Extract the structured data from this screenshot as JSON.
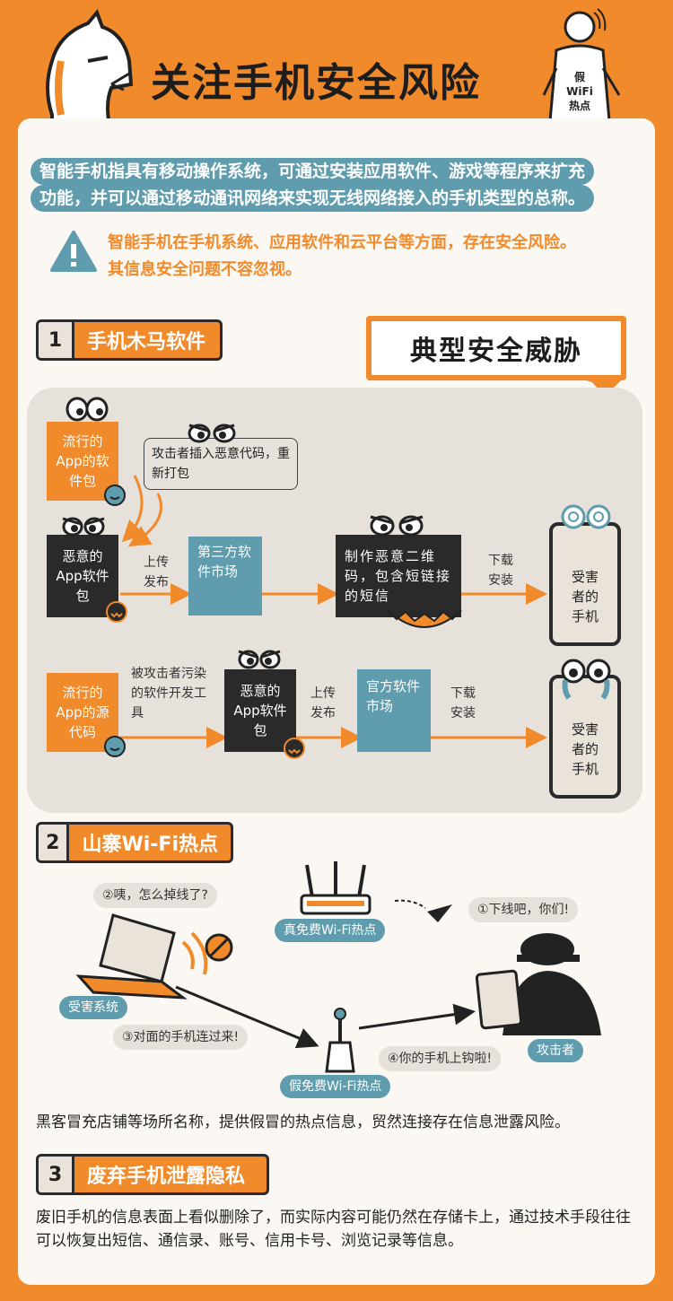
{
  "header": {
    "title": "关注手机安全风险",
    "mascot_sign": [
      "假",
      "WiFi",
      "热点"
    ]
  },
  "intro": {
    "line1": "智能手机指具有移动操作系统，可通过安装应用软件、游戏等程序来扩充",
    "line2": "功能，并可以通过移动通讯网络来实现无线网络接入的手机类型的总称。",
    "warn_line1": "智能手机在手机系统、应用软件和云平台等方面，存在安全风险。",
    "warn_line2": "其信息安全问题不容忽视。"
  },
  "threat_tag": "典型安全威胁",
  "section1": {
    "num": "1",
    "title": "手机木马软件",
    "row1": {
      "popular_app": "流行的App的软件包",
      "bubble": "攻击者插入恶意代码，重新打包",
      "malicious_app": "恶意的App软件包",
      "upload": "上传发布",
      "third_market": "第三方软件市场",
      "qr": "制作恶意二维码，包含短链接的短信",
      "download": "下载安装",
      "victim": "受害者的手机"
    },
    "row2": {
      "popular_src": "流行的App的源代码",
      "polluted": "被攻击者污染的软件开发工具",
      "malicious_app": "恶意的App软件包",
      "upload": "上传发布",
      "official_market": "官方软件市场",
      "download": "下载安装",
      "victim": "受害者的手机"
    }
  },
  "section2": {
    "num": "2",
    "title": "山寨Wi-Fi热点",
    "real_hotspot": "真免费Wi-Fi热点",
    "msg1": "②咦，怎么掉线了?",
    "msg2": "①下线吧，你们!",
    "victim_sys": "受害系统",
    "msg3": "③对面的手机连过来!",
    "msg4": "④你的手机上钩啦!",
    "attacker": "攻击者",
    "fake_hotspot": "假免费Wi-Fi热点",
    "desc": "黑客冒充店铺等场所名称，提供假冒的热点信息，贸然连接存在信息泄露风险。"
  },
  "section3": {
    "num": "3",
    "title": "废弃手机泄露隐私",
    "desc": "废旧手机的信息表面上看似删除了，而实际内容可能仍然在存储卡上，通过技术手段往往可以恢复出短信、通信录、账号、信用卡号、浏览记录等信息。"
  },
  "colors": {
    "orange": "#F08A2B",
    "teal": "#5E9CAE",
    "dark": "#2a2a2a",
    "cream": "#FBF8F3"
  }
}
